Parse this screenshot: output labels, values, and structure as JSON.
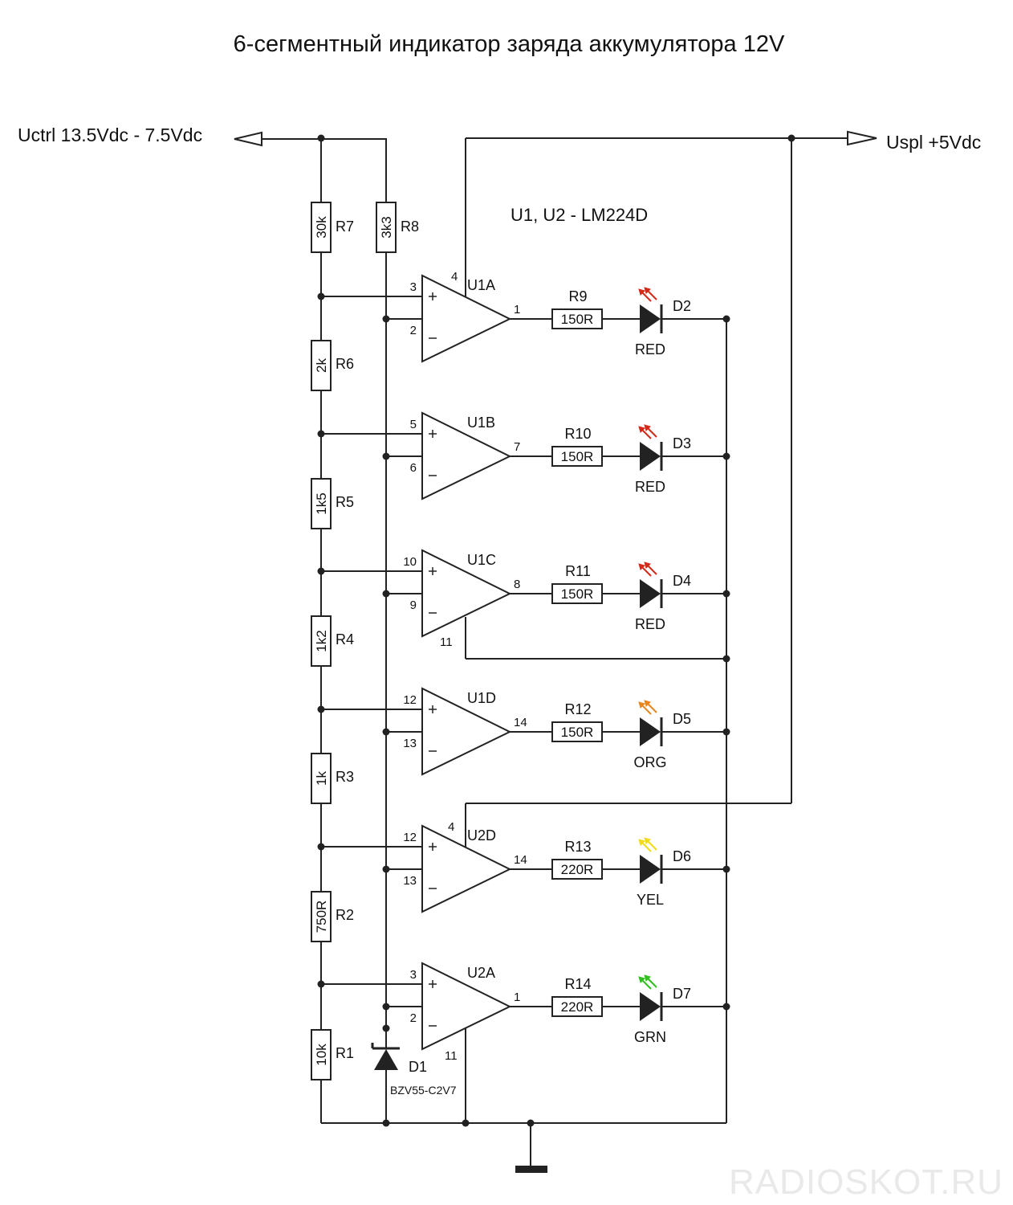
{
  "title": "6-сегментный индикатор заряда аккумулятора 12V",
  "rails": {
    "input_label": "Uctrl 13.5Vdc - 7.5Vdc",
    "supply_label": "Uspl +5Vdc"
  },
  "chip_note": "U1, U2 - LM224D",
  "divider_resistors": [
    {
      "ref": "R7",
      "value": "30k"
    },
    {
      "ref": "R6",
      "value": "2k"
    },
    {
      "ref": "R5",
      "value": "1k5"
    },
    {
      "ref": "R4",
      "value": "1k2"
    },
    {
      "ref": "R3",
      "value": "1k"
    },
    {
      "ref": "R2",
      "value": "750R"
    },
    {
      "ref": "R1",
      "value": "10k"
    }
  ],
  "reference": {
    "resistor": {
      "ref": "R8",
      "value": "3k3"
    },
    "zener": {
      "ref": "D1",
      "part": "BZV55-C2V7"
    }
  },
  "channels": [
    {
      "amp": "U1A",
      "pin_plus": "3",
      "pin_minus": "2",
      "pin_out": "1",
      "res_ref": "R9",
      "res_value": "150R",
      "led_ref": "D2",
      "led_label": "RED",
      "led_color": "#d42a1a"
    },
    {
      "amp": "U1B",
      "pin_plus": "5",
      "pin_minus": "6",
      "pin_out": "7",
      "res_ref": "R10",
      "res_value": "150R",
      "led_ref": "D3",
      "led_label": "RED",
      "led_color": "#d42a1a"
    },
    {
      "amp": "U1C",
      "pin_plus": "10",
      "pin_minus": "9",
      "pin_out": "8",
      "res_ref": "R11",
      "res_value": "150R",
      "led_ref": "D4",
      "led_label": "RED",
      "led_color": "#d42a1a"
    },
    {
      "amp": "U1D",
      "pin_plus": "12",
      "pin_minus": "13",
      "pin_out": "14",
      "res_ref": "R12",
      "res_value": "150R",
      "led_ref": "D5",
      "led_label": "ORG",
      "led_color": "#e8861e"
    },
    {
      "amp": "U2D",
      "pin_plus": "12",
      "pin_minus": "13",
      "pin_out": "14",
      "res_ref": "R13",
      "res_value": "220R",
      "led_ref": "D6",
      "led_label": "YEL",
      "led_color": "#f2dc18"
    },
    {
      "amp": "U2A",
      "pin_plus": "3",
      "pin_minus": "2",
      "pin_out": "1",
      "res_ref": "R14",
      "res_value": "220R",
      "led_ref": "D7",
      "led_label": "GRN",
      "led_color": "#2fc21d"
    }
  ],
  "power_pins": {
    "u1_vcc": "4",
    "u1_gnd": "11",
    "u2_vcc": "4",
    "u2_gnd": "11"
  },
  "watermark": "RADIOSKOT.RU",
  "icons": {
    "input_arrow": "hollow-arrow-left-icon",
    "output_arrow": "hollow-arrow-right-icon",
    "ground": "ground-icon",
    "led": "led-diode-icon",
    "zener": "zener-diode-icon",
    "opamp": "opamp-triangle-icon"
  }
}
